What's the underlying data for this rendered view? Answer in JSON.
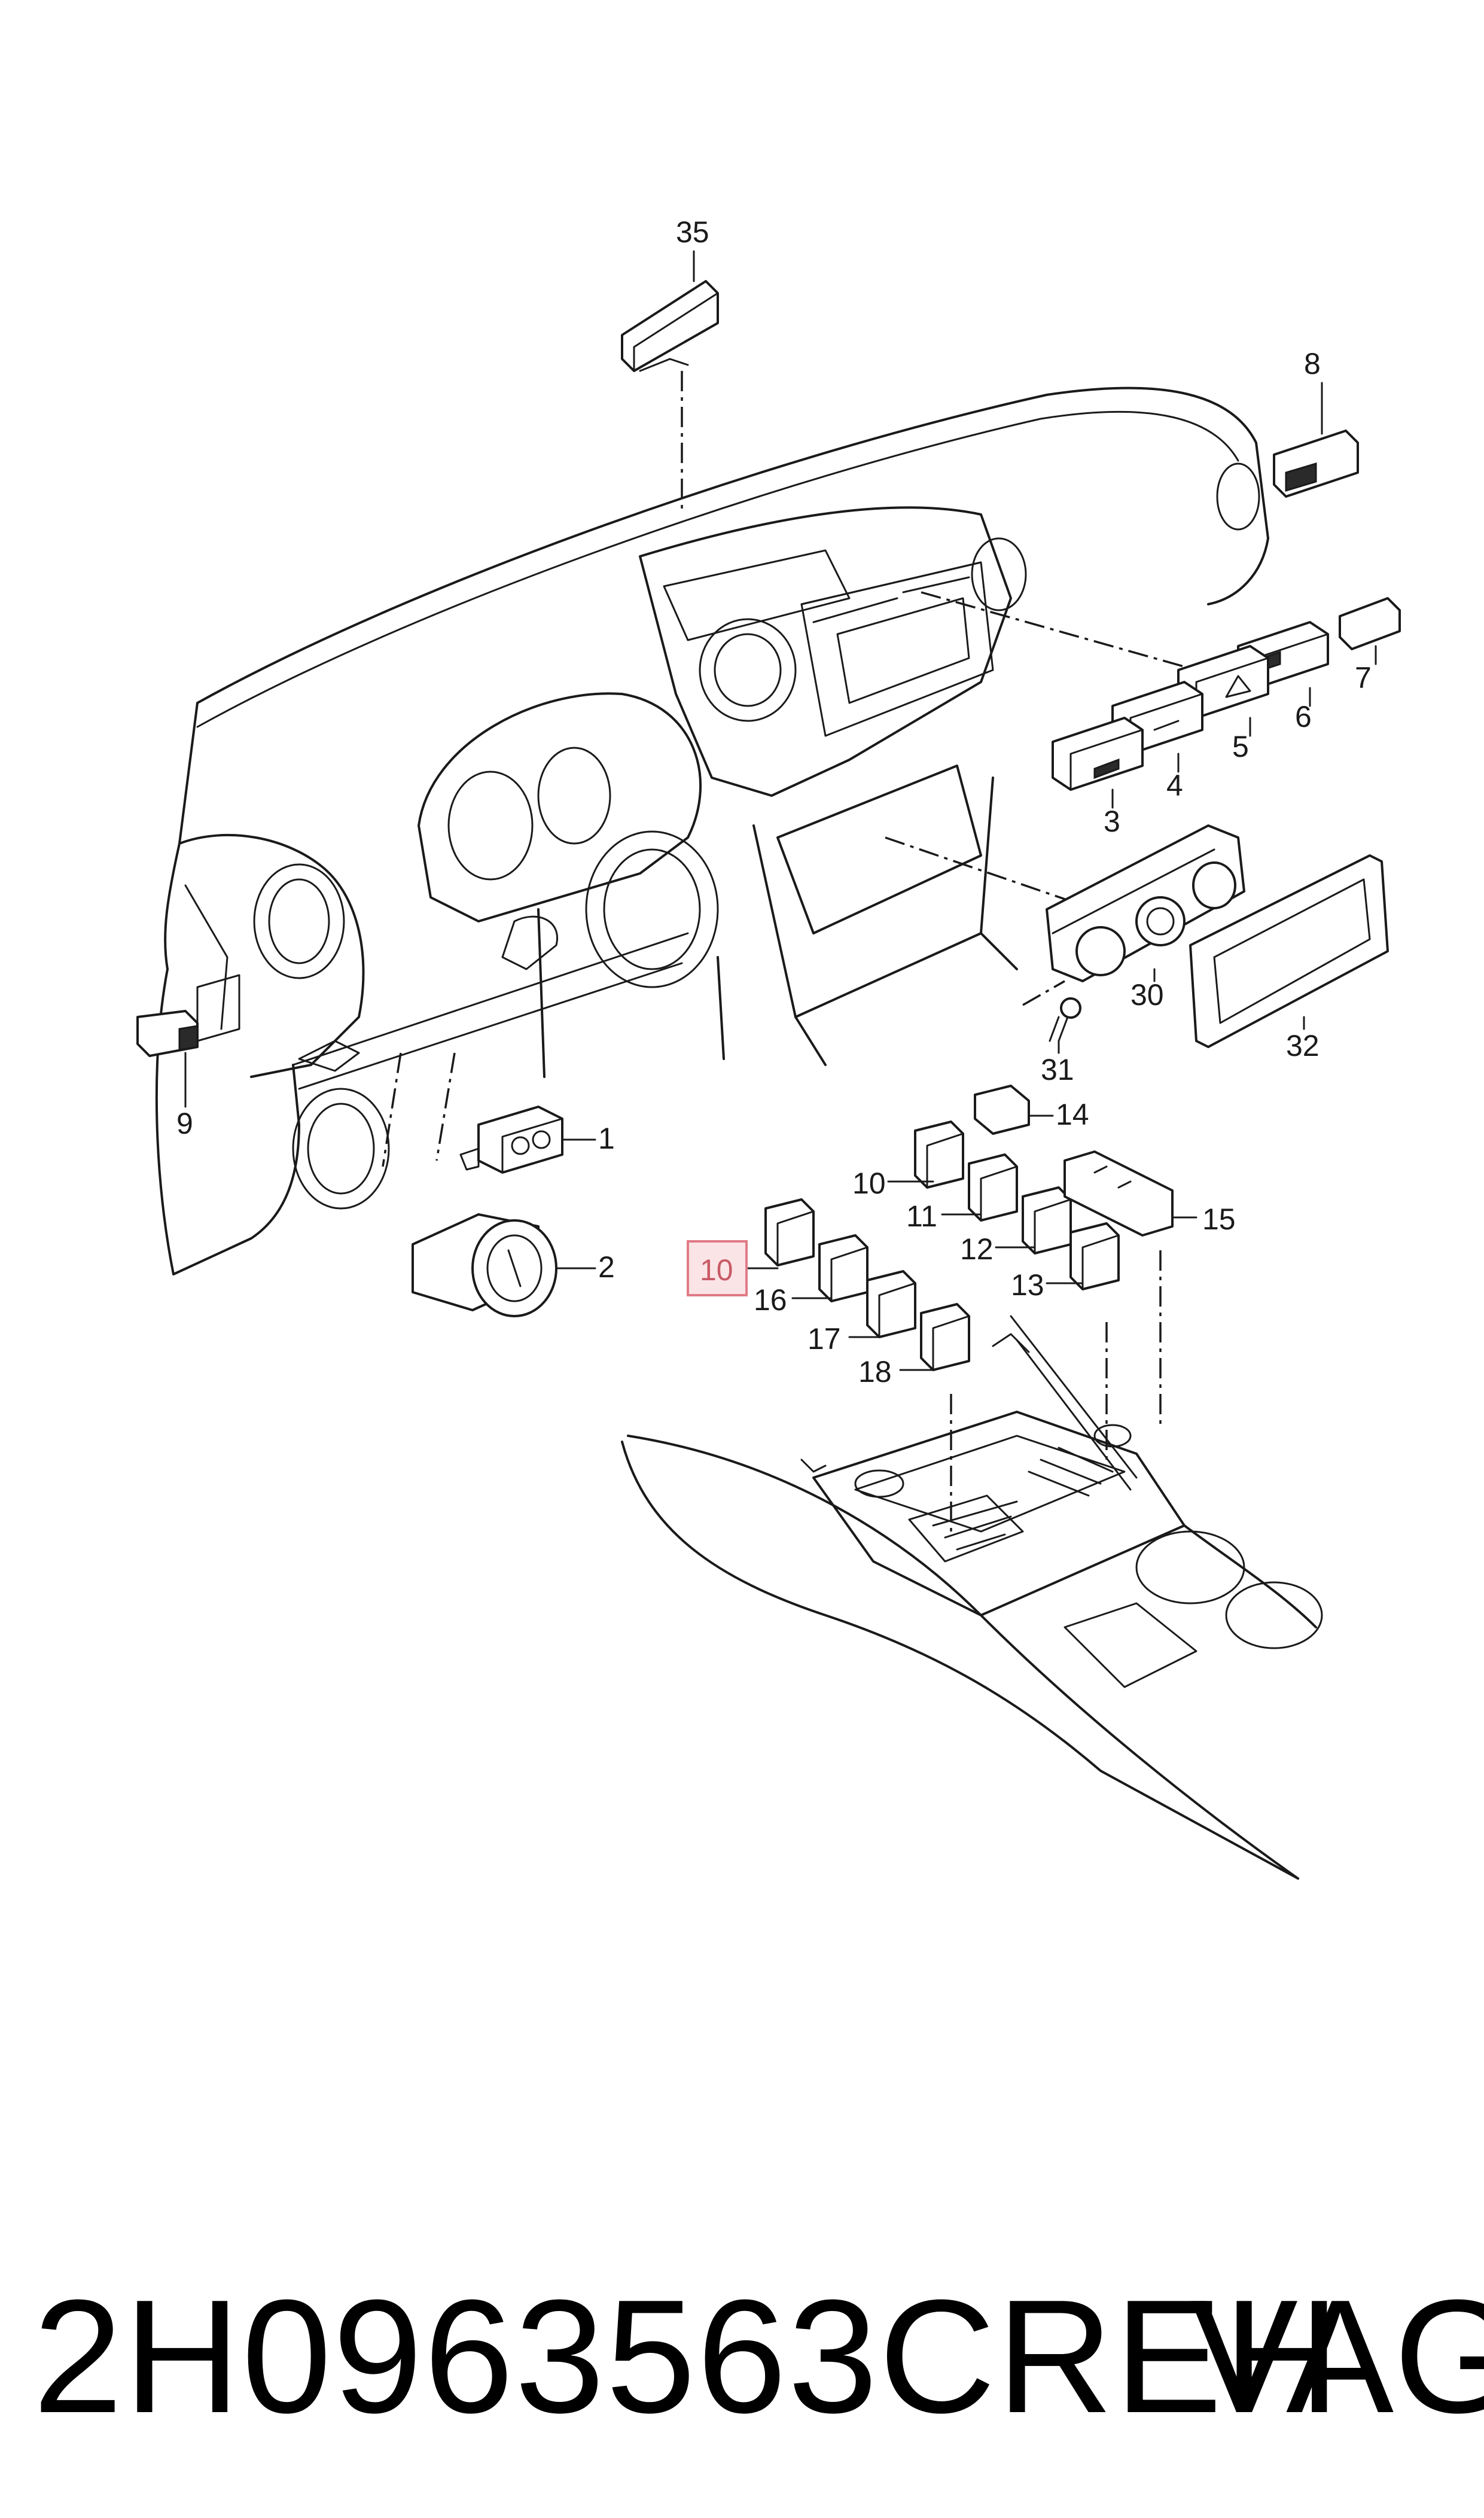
{
  "callouts": {
    "c35": "35",
    "c8": "8",
    "c7": "7",
    "c6": "6",
    "c5": "5",
    "c4": "4",
    "c3": "3",
    "c30": "30",
    "c31": "31",
    "c32": "32",
    "c9": "9",
    "c1": "1",
    "c2": "2",
    "c14": "14",
    "c10a": "10",
    "c11": "11",
    "c12": "12",
    "c15": "15",
    "c13": "13",
    "c10b": "10",
    "c16": "16",
    "c17": "17",
    "c18": "18"
  },
  "highlighted_callout": "10",
  "colors": {
    "line": "#1a1a1a",
    "highlight_fill": "#fbe4e6",
    "highlight_stroke": "#e07a86"
  },
  "footer": {
    "part_number": "2H0963563CREH",
    "brand": "VAG"
  }
}
